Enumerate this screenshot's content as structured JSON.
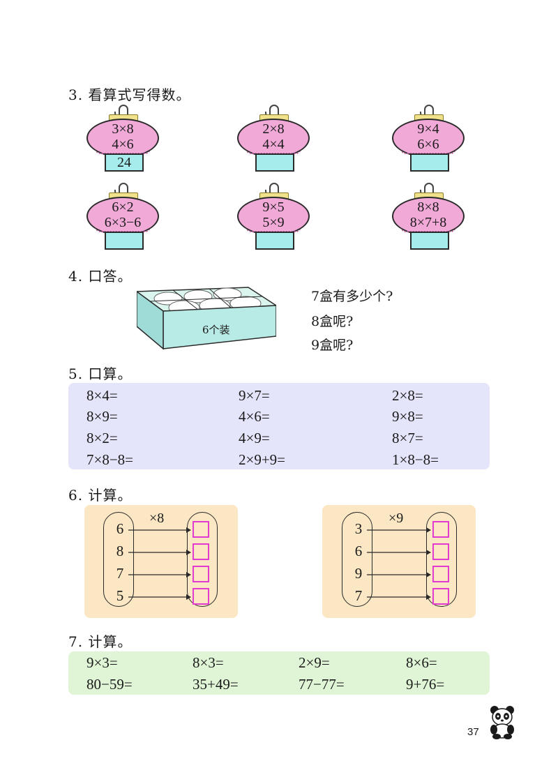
{
  "q3": {
    "heading": "3. 看算式写得数。",
    "lanterns": [
      {
        "line1": "3×8",
        "line2": "4×6",
        "answer": "24"
      },
      {
        "line1": "2×8",
        "line2": "4×4",
        "answer": ""
      },
      {
        "line1": "9×4",
        "line2": "6×6",
        "answer": ""
      },
      {
        "line1": "6×2",
        "line2": "6×3−6",
        "answer": ""
      },
      {
        "line1": "9×5",
        "line2": "5×9",
        "answer": ""
      },
      {
        "line1": "8×8",
        "line2": "8×7+8",
        "answer": ""
      }
    ],
    "colors": {
      "lantern_body": "#f1a9d7",
      "lantern_base": "#a6ecec",
      "cap": "#f0e28a"
    }
  },
  "q4": {
    "heading": "4. 口答。",
    "box_label": "6个装",
    "lines": [
      "7盒有多少个?",
      "8盒呢?",
      "9盒呢?"
    ]
  },
  "q5": {
    "heading": "5. 口算。",
    "columns": [
      [
        "8×4=",
        "8×9=",
        "8×2=",
        "7×8−8="
      ],
      [
        "9×7=",
        "4×6=",
        "4×9=",
        "2×9+9="
      ],
      [
        "2×8=",
        "9×8=",
        "8×7=",
        "1×8−8="
      ]
    ],
    "panel_color": "#e4e4fa"
  },
  "q6": {
    "heading": "6. 计算。",
    "left": {
      "operator": "×8",
      "inputs": [
        "6",
        "8",
        "7",
        "5"
      ]
    },
    "right": {
      "operator": "×9",
      "inputs": [
        "3",
        "6",
        "9",
        "7"
      ]
    },
    "panel_color": "#fbe7c3",
    "answer_box_color": "#e33bd0"
  },
  "q7": {
    "heading": "7. 计算。",
    "rows": [
      [
        "9×3=",
        "8×3=",
        "2×9=",
        "8×6="
      ],
      [
        "80−59=",
        "35+49=",
        "77−77=",
        "9+76="
      ]
    ],
    "panel_color": "#dff5d6"
  },
  "footer": {
    "page_number": "37",
    "mascot": "panda-icon"
  }
}
